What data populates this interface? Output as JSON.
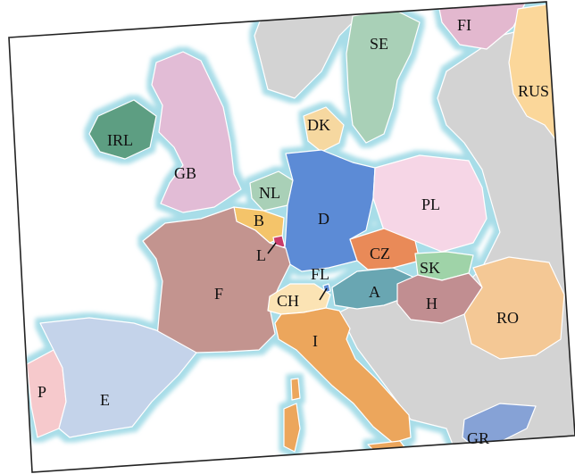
{
  "map": {
    "colors": {
      "sea": "#ffffff",
      "coast_glow": "#a8dde8",
      "non_member": "#d3d3d3",
      "border": "#ffffff",
      "frame": "#222222"
    },
    "countries": [
      {
        "code": "FI",
        "color": "#e3b8cf"
      },
      {
        "code": "SE",
        "color": "#a9d0b7"
      },
      {
        "code": "RUS",
        "color": "#fbd79a"
      },
      {
        "code": "DK",
        "color": "#f6d8a0"
      },
      {
        "code": "IRL",
        "color": "#5d9e82"
      },
      {
        "code": "GB",
        "color": "#e2bcd6"
      },
      {
        "code": "NL",
        "color": "#a9d0b7"
      },
      {
        "code": "B",
        "color": "#f4c46a"
      },
      {
        "code": "L",
        "color": "#c93a6a"
      },
      {
        "code": "D",
        "color": "#5b8bd6"
      },
      {
        "code": "PL",
        "color": "#f6d6e6"
      },
      {
        "code": "CZ",
        "color": "#e98a59"
      },
      {
        "code": "SK",
        "color": "#9fd3a8"
      },
      {
        "code": "F",
        "color": "#c3948f"
      },
      {
        "code": "FL",
        "color": "#5b8bd6"
      },
      {
        "code": "CH",
        "color": "#fbe3b4"
      },
      {
        "code": "A",
        "color": "#69a6b2"
      },
      {
        "code": "H",
        "color": "#c18e91"
      },
      {
        "code": "RO",
        "color": "#f4c895"
      },
      {
        "code": "I",
        "color": "#eca65c"
      },
      {
        "code": "P",
        "color": "#f6c9cc"
      },
      {
        "code": "E",
        "color": "#c4d3ea"
      },
      {
        "code": "GR",
        "color": "#86a2d6"
      }
    ]
  }
}
